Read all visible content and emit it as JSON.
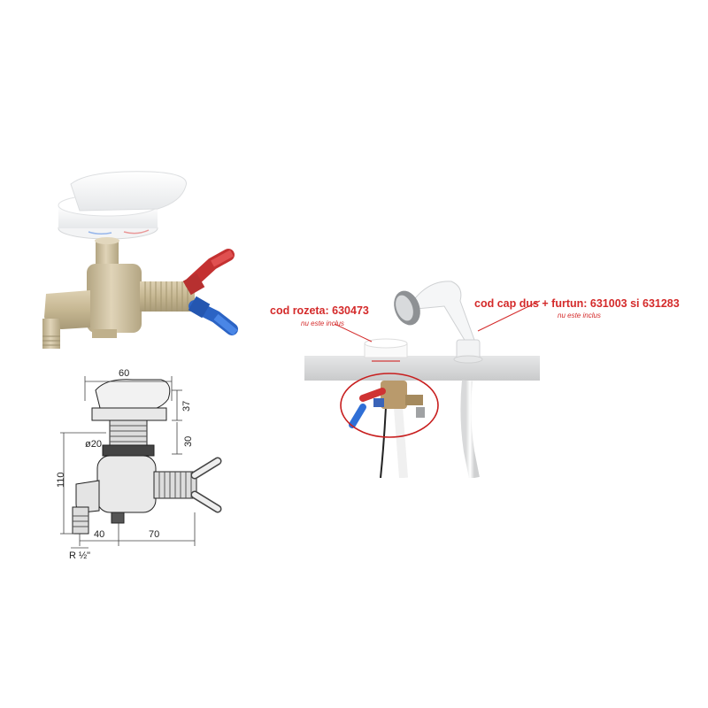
{
  "callouts": {
    "rozeta": {
      "label": "cod rozeta: 630473",
      "note": "nu este inclus"
    },
    "cap_dus": {
      "label": "cod cap dus + furtun: 631003 si 631283",
      "note": "nu este inclus"
    }
  },
  "dimensions": {
    "width_top": "60",
    "height_handle": "37",
    "height_stem": "30",
    "diameter": "ø20",
    "height_total": "110",
    "offset_left": "40",
    "offset_right": "70",
    "thread": "R ½\""
  },
  "colors": {
    "body_beige": "#cbbc9a",
    "hot_red": "#d23a3a",
    "cold_blue": "#2f6fd6",
    "callout_red": "#d42a2a",
    "shelf_grey": "#d9dadb"
  }
}
